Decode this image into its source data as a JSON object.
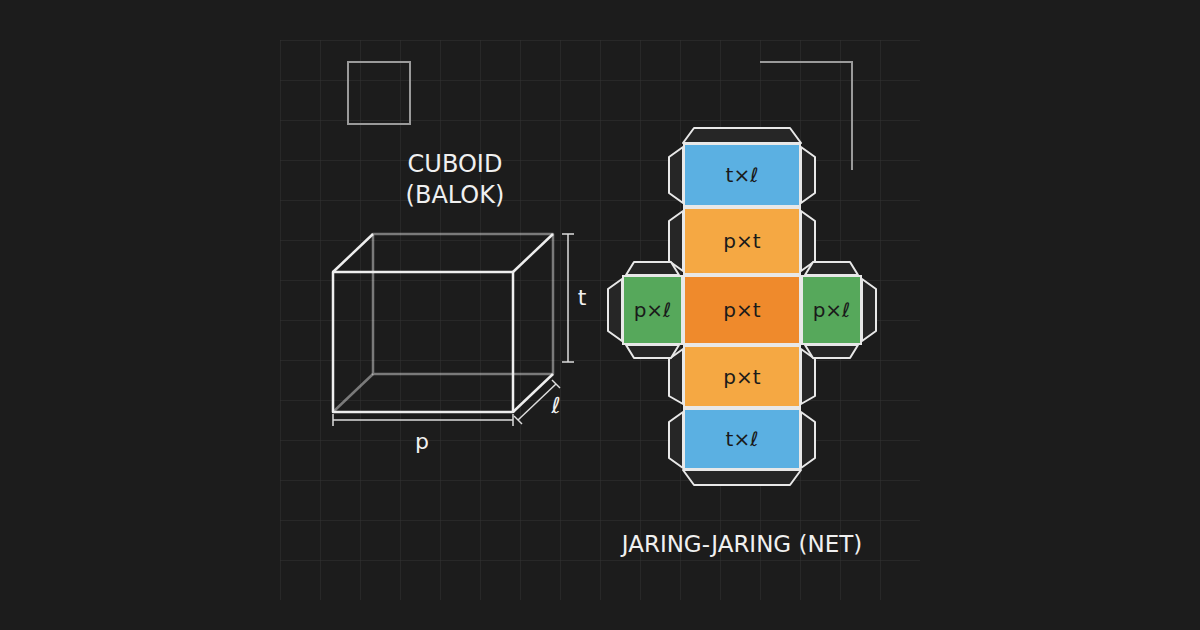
{
  "diagram": {
    "nodes": [
      {
        "text": [
          "t×ℓ"
        ]
      },
      {
        "text": [
          "p×t"
        ]
      },
      {
        "text": [
          "p×ℓ"
        ]
      },
      {
        "text": [
          "p×t"
        ]
      },
      {
        "text": [
          "p×ℓ"
        ]
      },
      {
        "text": [
          "p×t"
        ]
      },
      {
        "text": [
          "t×ℓ"
        ]
      }
    ],
    "labels": [
      "CUBOID (BALOK)",
      "t",
      "ℓ",
      "p",
      "JARING-JARING (NET)"
    ]
  }
}
